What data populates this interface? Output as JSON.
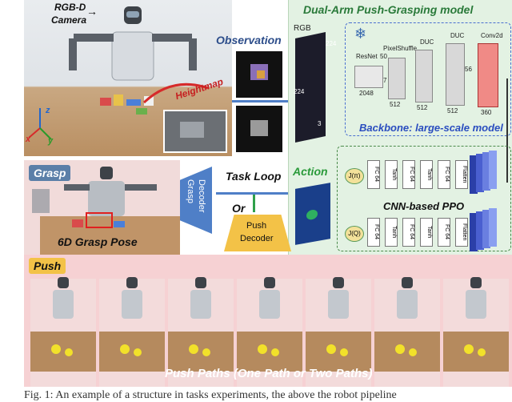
{
  "top_photo": {
    "camera_label_line1": "RGB-D",
    "camera_label_line2": "Camera",
    "heightmap_label": "Heightmap",
    "axis_z": "z",
    "axis_x": "x",
    "axis_y": "y"
  },
  "observation": {
    "label": "Observation"
  },
  "action": {
    "label": "Action"
  },
  "task_loop": {
    "label": "Task Loop",
    "or_label": "Or"
  },
  "grasp": {
    "tag": "Grasp",
    "pose_label": "6D Grasp Pose",
    "decoder_line1": "Grasp",
    "decoder_line2": "Decoder"
  },
  "push": {
    "tag": "Push",
    "decoder_line1": "Push",
    "decoder_line2": "Decoder",
    "paths_label": "Push Paths (One Path or Two Paths)"
  },
  "model": {
    "title": "Dual-Arm Push-Grasping model",
    "rgb_label": "RGB",
    "dim_224_top": "224",
    "dim_224_side": "224",
    "dim_3": "3",
    "blocks": [
      {
        "name": "ResNet",
        "sub": "50",
        "channels": "2048"
      },
      {
        "name": "PixelShuffle",
        "sub": "",
        "channels": "512"
      },
      {
        "name": "DUC",
        "sub": "",
        "channels": "512"
      },
      {
        "name": "DUC",
        "sub": "",
        "channels": "512"
      },
      {
        "name": "Conv2d",
        "sub": "",
        "channels": "360"
      }
    ],
    "dims": {
      "d56": "56",
      "d7": "7"
    },
    "backbone_label": "Backbone: large-scale model",
    "ppo_label": "CNN-based PPO",
    "policy_output": "J(π)",
    "value_output": "J(Q)",
    "layers": [
      "FC 64",
      "Tanh",
      "FC 64",
      "Tanh",
      "FC 64",
      "Flatten"
    ],
    "conv_label": "Conv2d"
  },
  "caption": {
    "text": "Fig. 1:  An example of a structure in tasks experiments, the above the robot pipeline"
  },
  "colors": {
    "green_panel": "#e3f2e3",
    "pink_panel": "#f4c9cc",
    "blue_decoder": "#4f7fc7",
    "yellow_decoder": "#f3c247",
    "red_block": "#f08a86"
  }
}
